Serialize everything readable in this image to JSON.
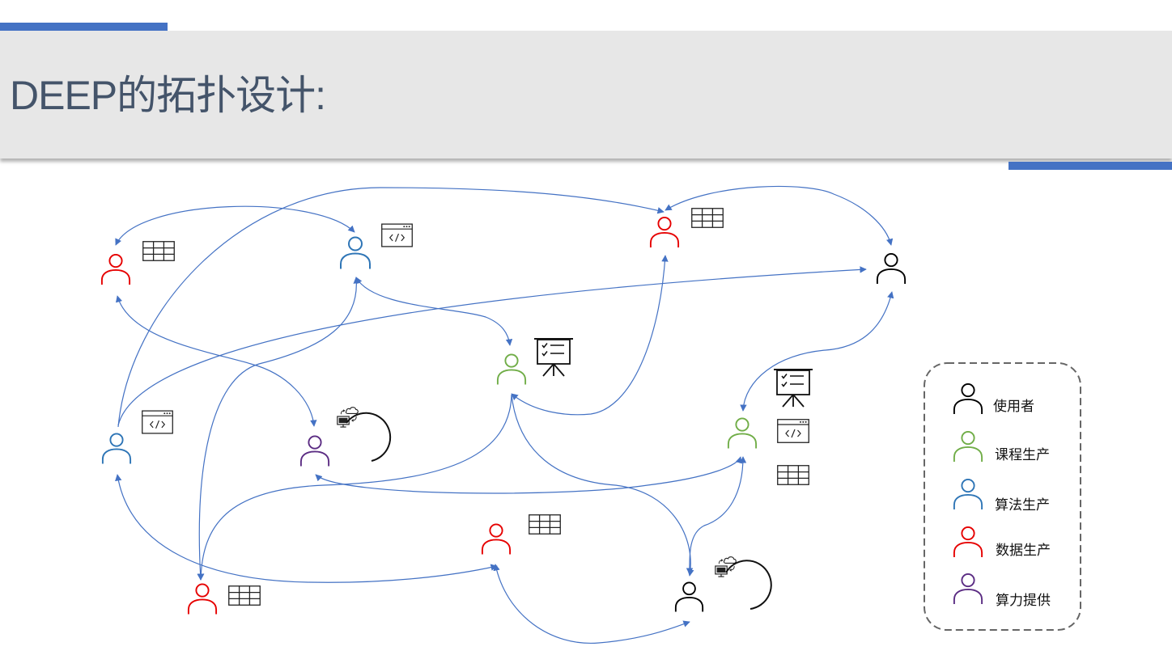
{
  "title": "DEEP的拓扑设计:",
  "colors": {
    "accent": "#4472C4",
    "title_text": "#44546A",
    "title_band": "#e7e7e7",
    "edge": "#4472C4",
    "user": "#000000",
    "course": "#70AD47",
    "algorithm": "#2E75B6",
    "data": "#E60000",
    "compute": "#5B2C83"
  },
  "legend": {
    "items": [
      {
        "role": "user",
        "label": "使用者"
      },
      {
        "role": "course",
        "label": "课程生产"
      },
      {
        "role": "algorithm",
        "label": "算法生产"
      },
      {
        "role": "data",
        "label": "数据生产"
      },
      {
        "role": "compute",
        "label": "算力提供"
      }
    ]
  },
  "nodes": [
    {
      "id": "data-1",
      "role": "data",
      "resources": [
        "table-icon"
      ]
    },
    {
      "id": "algo-1",
      "role": "algorithm",
      "resources": [
        "code-window-icon"
      ]
    },
    {
      "id": "data-2",
      "role": "data",
      "resources": [
        "table-icon"
      ]
    },
    {
      "id": "user-1",
      "role": "user",
      "resources": []
    },
    {
      "id": "course-1",
      "role": "course",
      "resources": [
        "presentation-board-icon"
      ]
    },
    {
      "id": "algo-2",
      "role": "algorithm",
      "resources": [
        "code-window-icon"
      ]
    },
    {
      "id": "compute-1",
      "role": "compute",
      "resources": [
        "cloud-compute-icon",
        "cycle-icon"
      ]
    },
    {
      "id": "course-2",
      "role": "course",
      "resources": [
        "presentation-board-icon",
        "code-window-icon",
        "table-icon"
      ]
    },
    {
      "id": "data-3",
      "role": "data",
      "resources": [
        "table-icon"
      ]
    },
    {
      "id": "data-4",
      "role": "data",
      "resources": [
        "table-icon"
      ]
    },
    {
      "id": "user-2",
      "role": "user",
      "resources": [
        "cloud-compute-icon",
        "cycle-icon"
      ]
    }
  ],
  "edges": [
    [
      "data-1",
      "algo-1"
    ],
    [
      "algo-2",
      "data-2"
    ],
    [
      "data-2",
      "user-1"
    ],
    [
      "algo-2",
      "user-1"
    ],
    [
      "algo-1",
      "course-1"
    ],
    [
      "course-1",
      "data-2"
    ],
    [
      "data-1",
      "compute-1"
    ],
    [
      "algo-1",
      "data-4"
    ],
    [
      "course-1",
      "data-4"
    ],
    [
      "course-1",
      "user-2"
    ],
    [
      "user-1",
      "course-2"
    ],
    [
      "compute-1",
      "course-2"
    ],
    [
      "course-2",
      "user-2"
    ],
    [
      "algo-2",
      "data-3"
    ],
    [
      "data-3",
      "user-2"
    ]
  ]
}
